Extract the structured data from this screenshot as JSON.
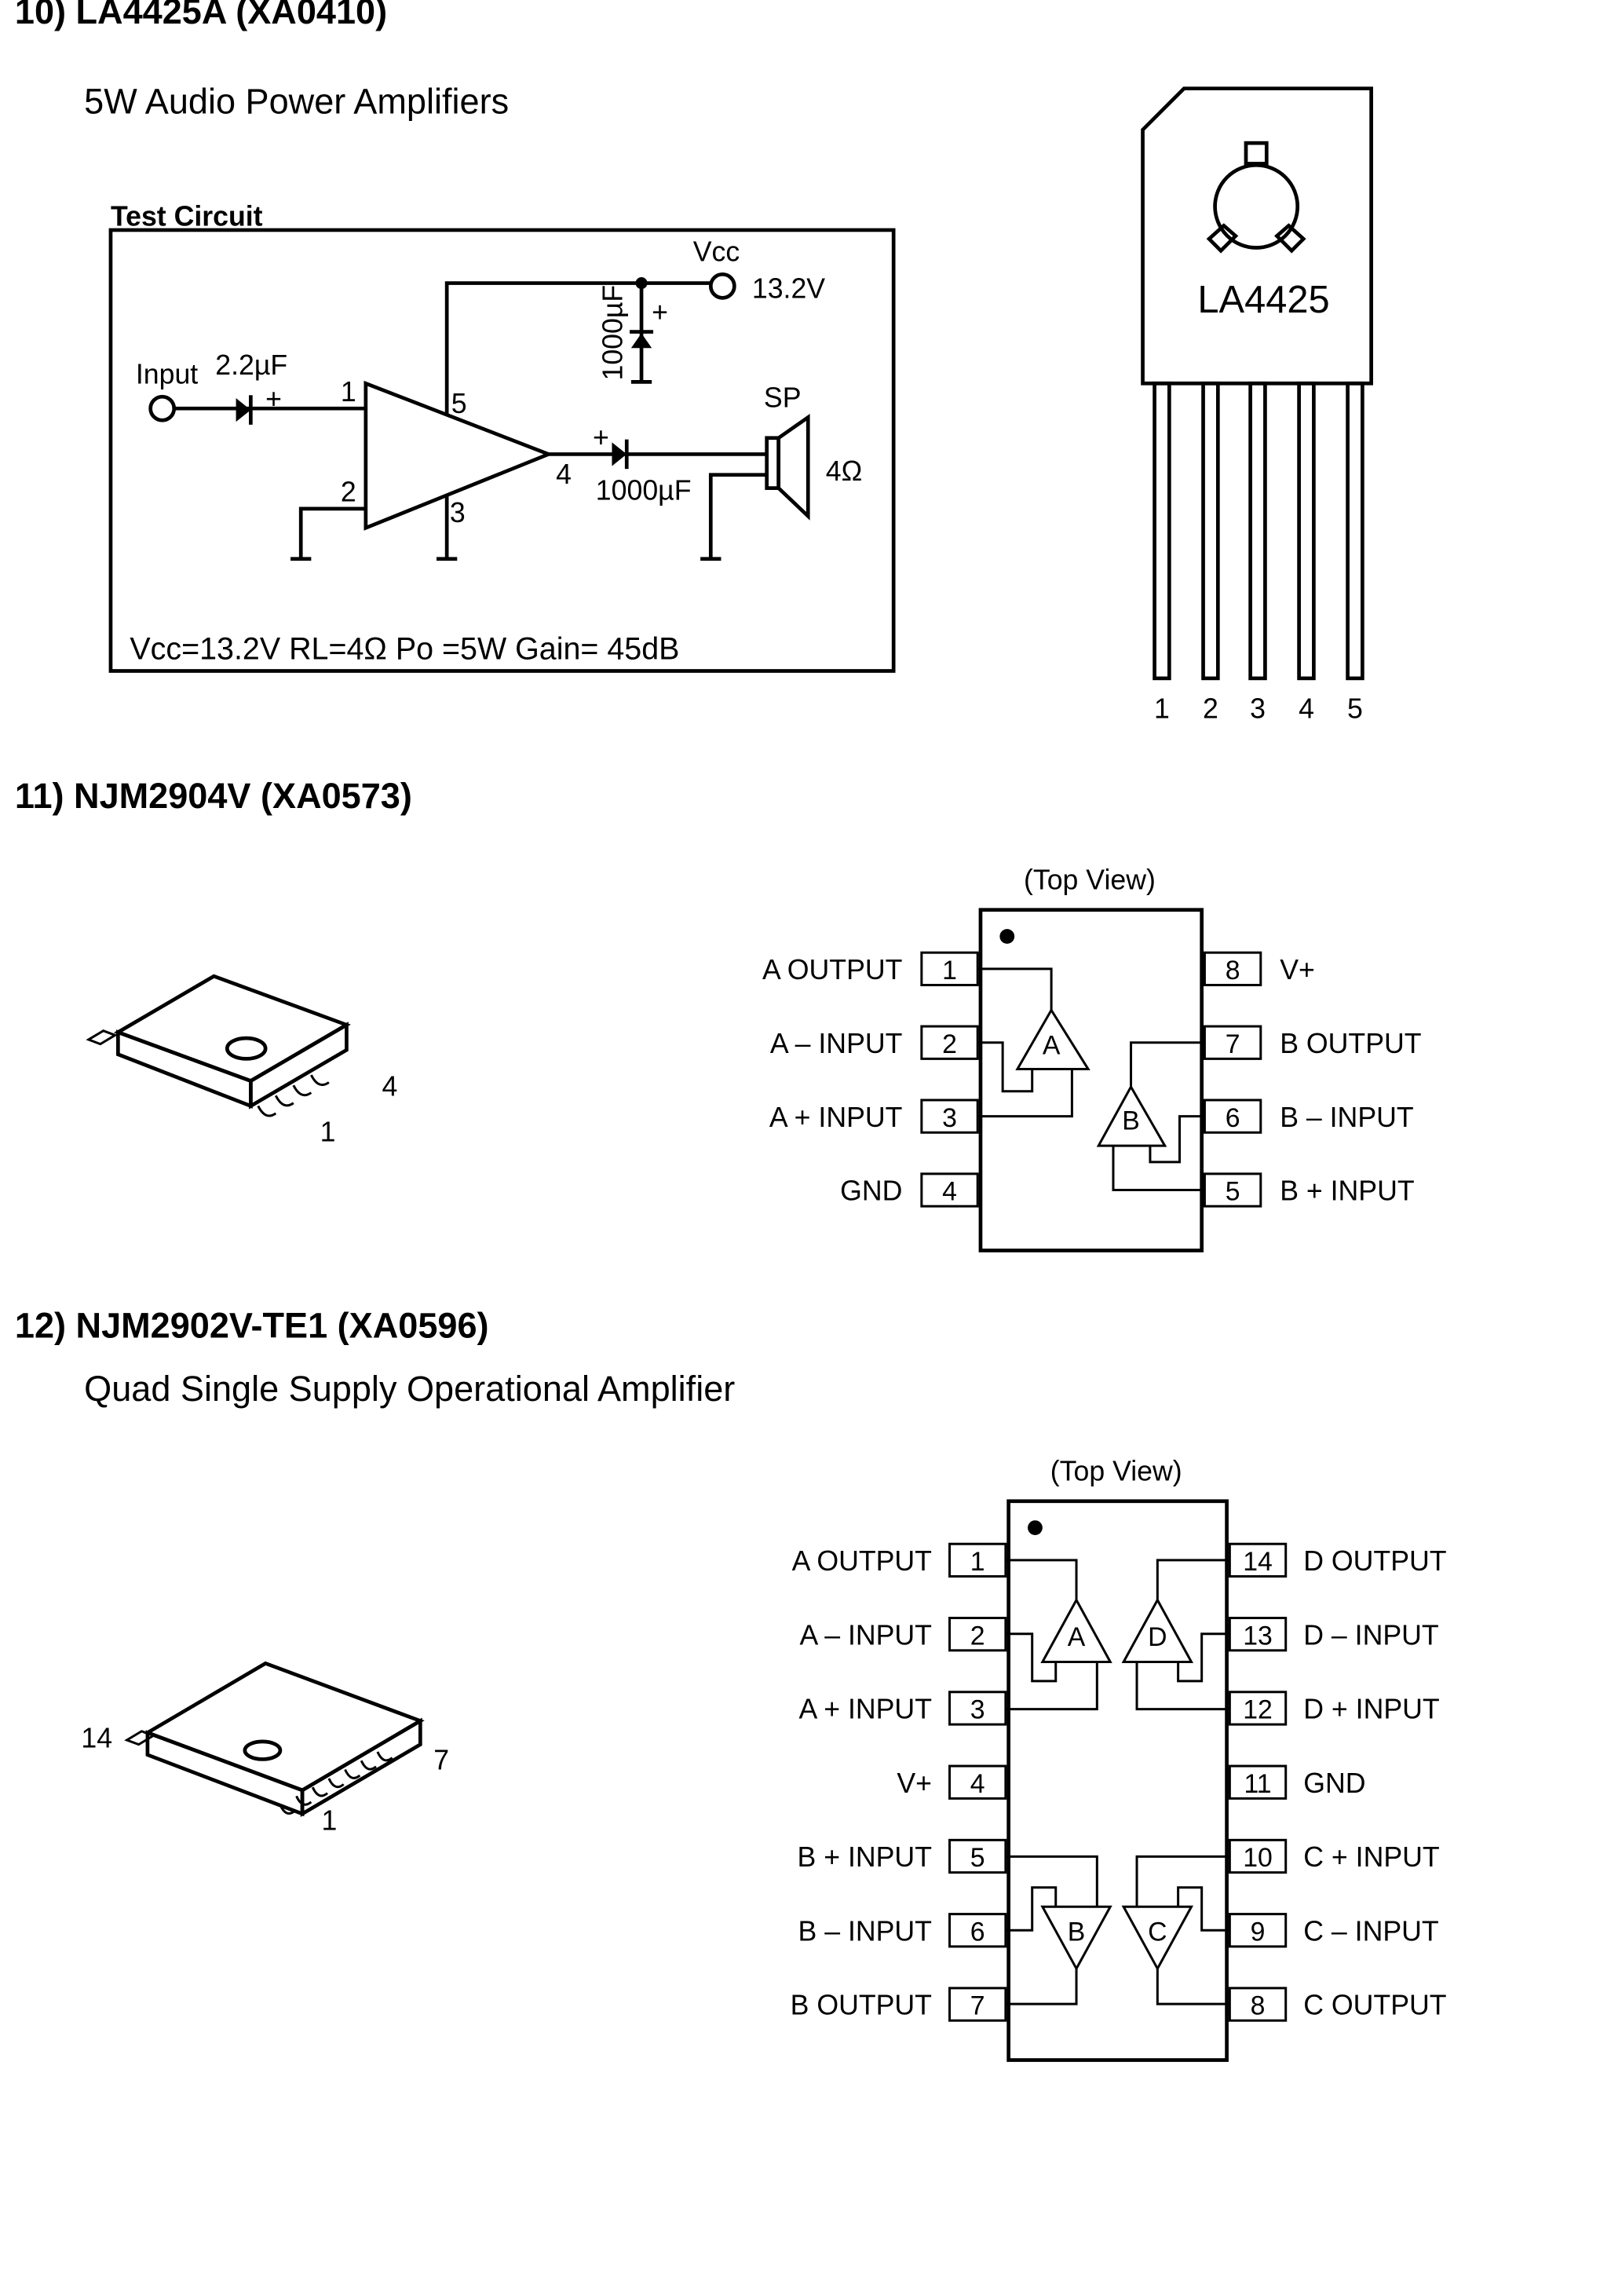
{
  "section10": {
    "heading": "10) LA4425A (XA0410)",
    "subtitle": "5W Audio Power Amplifiers",
    "test_circuit": {
      "title": "Test Circuit",
      "input_label": "Input",
      "input_cap": "2.2µF",
      "vcc_label": "Vcc",
      "vcc_value": "13.2V",
      "supply_cap": "1000µF",
      "output_cap": "1000µF",
      "speaker_label": "SP",
      "speaker_impedance": "4Ω",
      "plus": "+",
      "pins": [
        "1",
        "2",
        "3",
        "4",
        "5"
      ],
      "conditions": "Vcc=13.2V  RL=4Ω  Po =5W  Gain= 45dB"
    },
    "package": {
      "marking": "LA4425",
      "pins": [
        "1",
        "2",
        "3",
        "4",
        "5"
      ]
    }
  },
  "section11": {
    "heading": "11) NJM2904V (XA0573)",
    "package_pin_labels": {
      "first": "1",
      "last": "4"
    },
    "top_view": "(Top View)",
    "left_pins": [
      {
        "num": "1",
        "label": "A OUTPUT"
      },
      {
        "num": "2",
        "label": "A – INPUT"
      },
      {
        "num": "3",
        "label": "A + INPUT"
      },
      {
        "num": "4",
        "label": "GND"
      }
    ],
    "right_pins": [
      {
        "num": "8",
        "label": "V+"
      },
      {
        "num": "7",
        "label": "B OUTPUT"
      },
      {
        "num": "6",
        "label": "B – INPUT"
      },
      {
        "num": "5",
        "label": "B + INPUT"
      }
    ],
    "amps": [
      "A",
      "B"
    ]
  },
  "section12": {
    "heading": "12) NJM2902V-TE1 (XA0596)",
    "subtitle": "Quad Single Supply Operational Amplifier",
    "package_pin_labels": {
      "pin14": "14",
      "pin7": "7",
      "pin1": "1"
    },
    "top_view": "(Top View)",
    "left_pins": [
      {
        "num": "1",
        "label": "A OUTPUT"
      },
      {
        "num": "2",
        "label": "A – INPUT"
      },
      {
        "num": "3",
        "label": "A + INPUT"
      },
      {
        "num": "4",
        "label": "V+"
      },
      {
        "num": "5",
        "label": "B + INPUT"
      },
      {
        "num": "6",
        "label": "B – INPUT"
      },
      {
        "num": "7",
        "label": "B OUTPUT"
      }
    ],
    "right_pins": [
      {
        "num": "14",
        "label": "D OUTPUT"
      },
      {
        "num": "13",
        "label": "D – INPUT"
      },
      {
        "num": "12",
        "label": "D + INPUT"
      },
      {
        "num": "11",
        "label": "GND"
      },
      {
        "num": "10",
        "label": "C + INPUT"
      },
      {
        "num": "9",
        "label": "C – INPUT"
      },
      {
        "num": "8",
        "label": "C OUTPUT"
      }
    ],
    "amps": [
      "A",
      "D",
      "B",
      "C"
    ]
  }
}
